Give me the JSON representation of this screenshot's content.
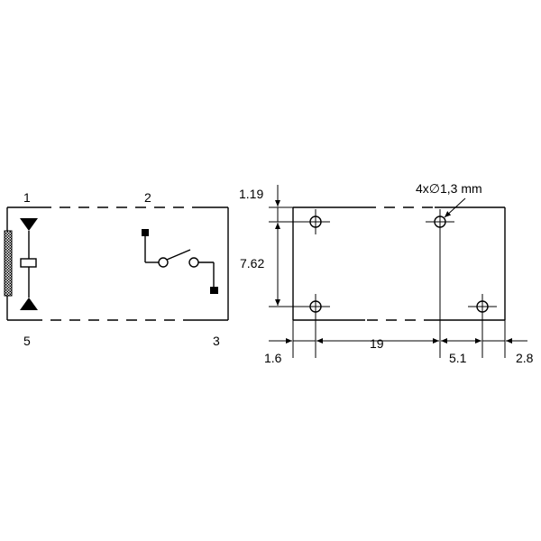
{
  "schematic": {
    "pins": [
      "1",
      "2",
      "5",
      "3"
    ]
  },
  "footprint": {
    "hole_note": "4x∅1,3 mm",
    "dims": {
      "top_offset": "1.19",
      "pitch_vertical": "7.62",
      "left_offset": "1.6",
      "pitch_horizontal": "19",
      "right_pitch": "5.1",
      "right_offset": "2.8"
    }
  },
  "colors": {
    "line": "#000000",
    "background": "#ffffff"
  }
}
